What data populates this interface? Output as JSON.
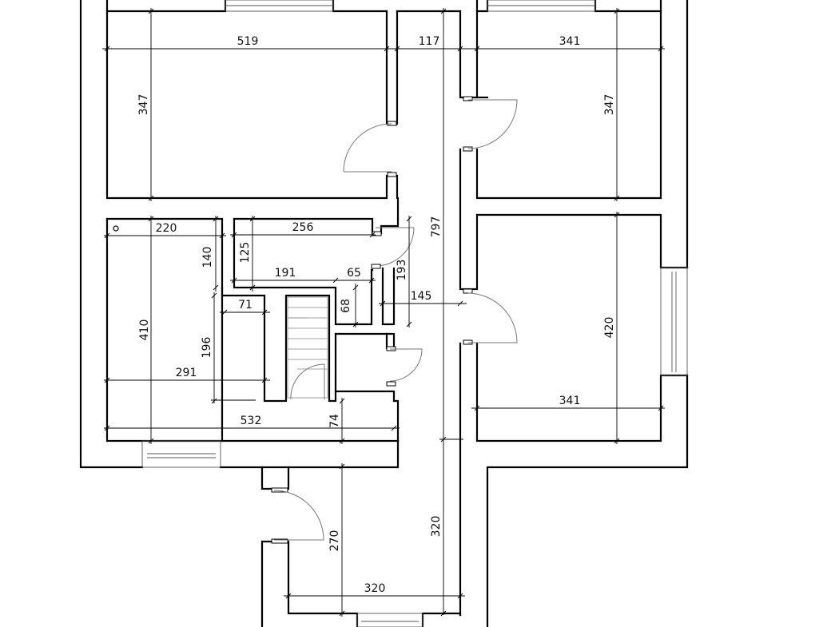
{
  "diagram": {
    "dimension_labels": {
      "room_tl_width": "519",
      "corridor_top_width": "117",
      "room_tr_width": "341",
      "room_tl_height": "347",
      "room_tr_height": "347",
      "corridor_height": "797",
      "room_ml_width": "220",
      "closet_width": "256",
      "closet_height": "125",
      "bath_height": "140",
      "closet_inner_width": "191",
      "small_width": "65",
      "door_zone_height": "193",
      "small_height": "68",
      "corridor_mid_width": "145",
      "stair_offset": "71",
      "room_ml_height": "410",
      "stair_height": "196",
      "room_ml_inner_width": "291",
      "room_ml_total_width": "532",
      "gap_height": "74",
      "room_mr_height": "420",
      "room_mr_width": "341",
      "vestibule_height": "270",
      "bottom_corridor_height": "320",
      "bottom_corridor_width": "320"
    }
  }
}
